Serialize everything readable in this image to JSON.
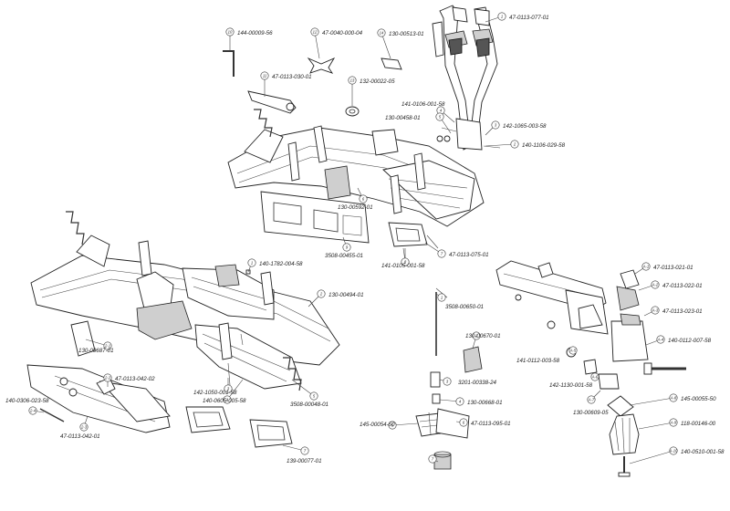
{
  "parts": [
    {
      "num": "1",
      "code": "47-0113-077-01"
    },
    {
      "num": "2",
      "code": "140-1106-029-58"
    },
    {
      "num": "3",
      "code": "142-1065-003-58"
    },
    {
      "num": "4",
      "code": "141-0106-001-58"
    },
    {
      "num": "5",
      "code": "130-00458-01"
    },
    {
      "num": "6",
      "code": "130-00592-01"
    },
    {
      "num": "7",
      "code": "47-0113-075-01"
    },
    {
      "num": "8",
      "code": "141-0105-001-58"
    },
    {
      "num": "9",
      "code": "3508-00455-01"
    },
    {
      "num": "10",
      "code": "144-00009-56"
    },
    {
      "num": "11",
      "code": "47-0113-030-01"
    },
    {
      "num": "12",
      "code": "47-0040-000-04"
    },
    {
      "num": "13",
      "code": "132-00022-05"
    },
    {
      "num": "14",
      "code": "130-00513-01"
    },
    {
      "num": "1",
      "code": "140-1782-004-58"
    },
    {
      "num": "2",
      "code": "130-00494-01"
    },
    {
      "num": "2-1",
      "code": "130-00687-01"
    },
    {
      "num": "2-2",
      "code": "47-0113-042-02"
    },
    {
      "num": "2-3",
      "code": "47-0113-042-01"
    },
    {
      "num": "2-4",
      "code": "140-0306-023-58"
    },
    {
      "num": "3",
      "code": "142-1050-001-58"
    },
    {
      "num": "4",
      "code": "140-0605-005-58"
    },
    {
      "num": "5",
      "code": "3508-00048-01"
    },
    {
      "num": "7",
      "code": "139-00077-01"
    },
    {
      "num": "1",
      "code": "3508-00650-01"
    },
    {
      "num": "2",
      "code": "130-00670-01"
    },
    {
      "num": "3",
      "code": "3201-00338-24"
    },
    {
      "num": "4",
      "code": "130-00668-01"
    },
    {
      "num": "5",
      "code": "145-00054-50"
    },
    {
      "num": "6",
      "code": "47-0113-095-01"
    },
    {
      "num": "7",
      "code": ""
    },
    {
      "num": "A-1",
      "code": "47-0113-021-01"
    },
    {
      "num": "A-2",
      "code": "47-0113-022-01"
    },
    {
      "num": "A-3",
      "code": "47-0113-023-01"
    },
    {
      "num": "A-4",
      "code": "140-0112-007-58"
    },
    {
      "num": "A-5",
      "code": "141-0112-003-58"
    },
    {
      "num": "A-6",
      "code": "142-1130-001-58"
    },
    {
      "num": "A-7",
      "code": "130-00609-05"
    },
    {
      "num": "A-8",
      "code": "145-00055-50"
    },
    {
      "num": "A-9",
      "code": "118-00146-00"
    },
    {
      "num": "A-10",
      "code": "140-0510-001-58"
    }
  ]
}
